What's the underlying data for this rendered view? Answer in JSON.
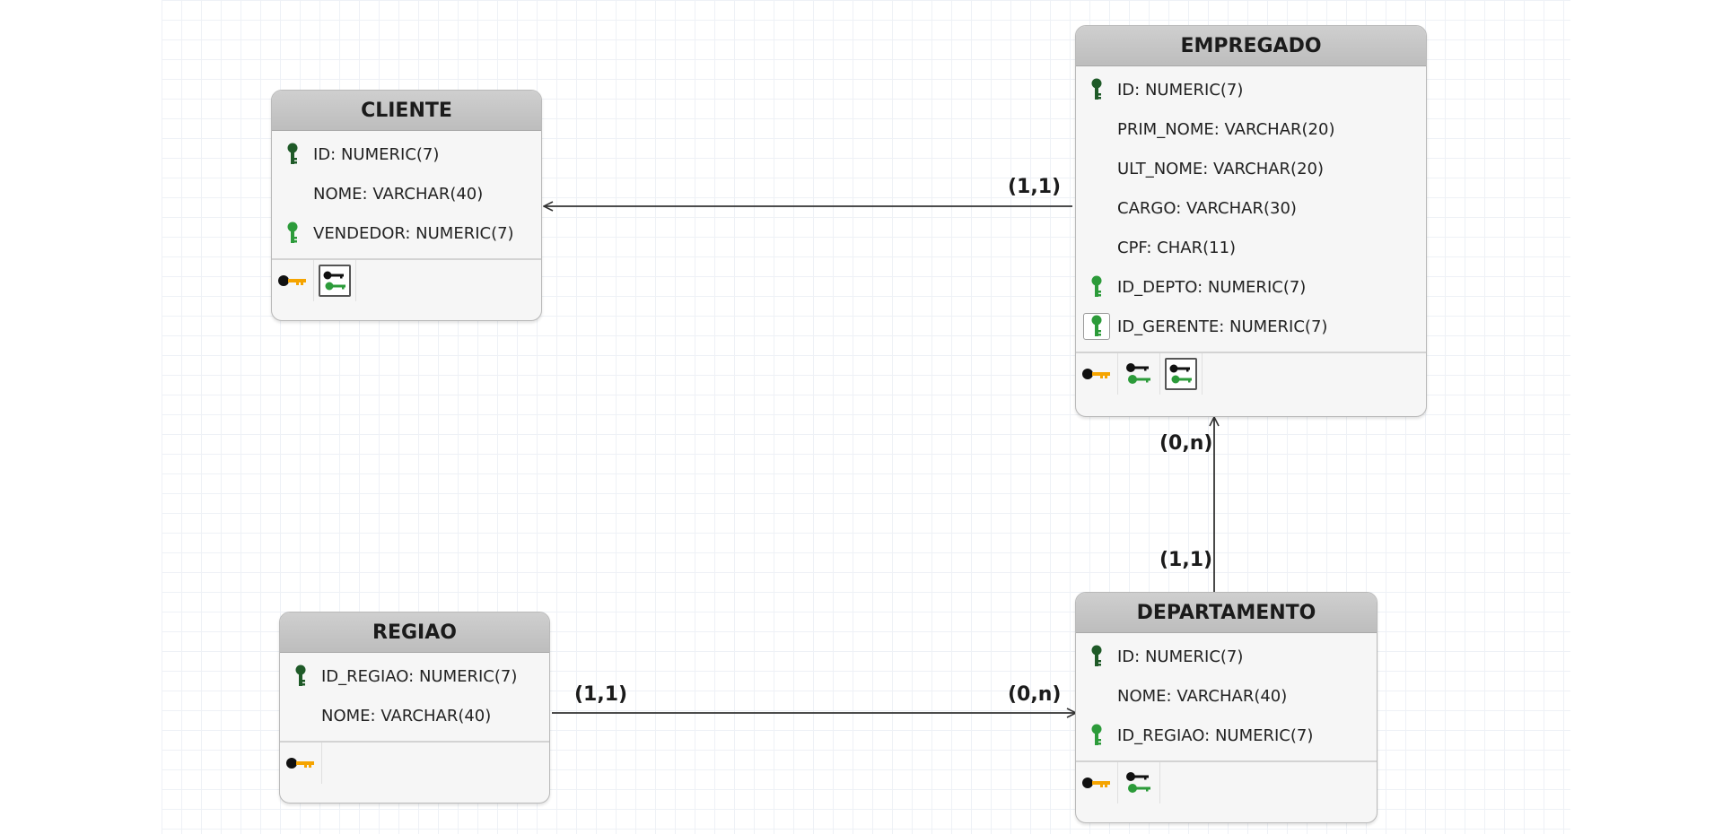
{
  "entities": {
    "cliente": {
      "title": "CLIENTE",
      "attrs": [
        {
          "text": "ID: NUMERIC(7)",
          "icon": "primary-key-icon"
        },
        {
          "text": "NOME: VARCHAR(40)",
          "icon": ""
        },
        {
          "text": "VENDEDOR: NUMERIC(7)",
          "icon": "foreign-key-icon"
        }
      ],
      "footer_icons": [
        "primary-keys-icon",
        "foreign-keys-icon"
      ]
    },
    "empregado": {
      "title": "EMPREGADO",
      "attrs": [
        {
          "text": "ID: NUMERIC(7)",
          "icon": "primary-key-icon"
        },
        {
          "text": "PRIM_NOME: VARCHAR(20)",
          "icon": ""
        },
        {
          "text": "ULT_NOME: VARCHAR(20)",
          "icon": ""
        },
        {
          "text": "CARGO: VARCHAR(30)",
          "icon": ""
        },
        {
          "text": "CPF: CHAR(11)",
          "icon": ""
        },
        {
          "text": "ID_DEPTO: NUMERIC(7)",
          "icon": "foreign-key-icon"
        },
        {
          "text": "ID_GERENTE: NUMERIC(7)",
          "icon": "foreign-key-icon"
        }
      ],
      "footer_icons": [
        "primary-keys-icon",
        "unique-keys-icon",
        "foreign-keys-icon"
      ]
    },
    "regiao": {
      "title": "REGIAO",
      "attrs": [
        {
          "text": "ID_REGIAO: NUMERIC(7)",
          "icon": "primary-key-icon"
        },
        {
          "text": "NOME: VARCHAR(40)",
          "icon": ""
        }
      ],
      "footer_icons": [
        "primary-keys-icon"
      ]
    },
    "departamento": {
      "title": "DEPARTAMENTO",
      "attrs": [
        {
          "text": "ID: NUMERIC(7)",
          "icon": "primary-key-icon"
        },
        {
          "text": "NOME: VARCHAR(40)",
          "icon": ""
        },
        {
          "text": "ID_REGIAO: NUMERIC(7)",
          "icon": "foreign-key-icon"
        }
      ],
      "footer_icons": [
        "primary-keys-icon",
        "unique-keys-icon"
      ]
    }
  },
  "relationships": [
    {
      "from": "empregado",
      "to": "cliente",
      "cardinality_from": "(1,1)",
      "cardinality_to": ""
    },
    {
      "from": "departamento",
      "to": "empregado",
      "cardinality_from": "(1,1)",
      "cardinality_to": "(0,n)"
    },
    {
      "from": "regiao",
      "to": "departamento",
      "cardinality_from": "(1,1)",
      "cardinality_to": "(0,n)"
    }
  ],
  "colors": {
    "primary_key": "#1f5a28",
    "foreign_key": "#2c9b3a",
    "gold_key": "#f5a400",
    "line": "#333333"
  }
}
